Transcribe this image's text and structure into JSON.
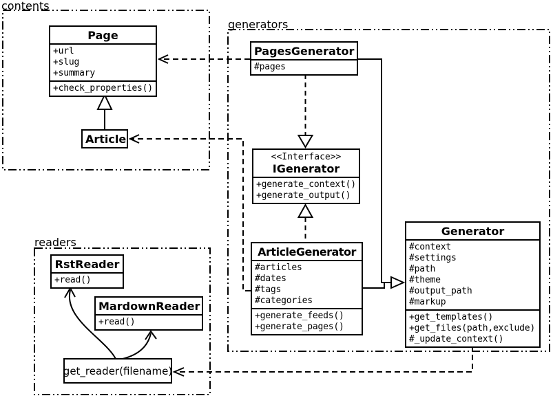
{
  "uml": {
    "packages": {
      "contents": "contents",
      "generators": "generators",
      "readers": "readers"
    },
    "classes": {
      "page": {
        "name": "Page",
        "attrs": [
          "+url",
          "+slug",
          "+summary"
        ],
        "methods": [
          "+check_properties()"
        ]
      },
      "article": {
        "name": "Article"
      },
      "pages_generator": {
        "name": "PagesGenerator",
        "attrs": [
          "#pages"
        ]
      },
      "igenerator": {
        "stereotype": "<<Interface>>",
        "name": "IGenerator",
        "methods": [
          "+generate_context()",
          "+generate_output()"
        ]
      },
      "article_generator": {
        "name": "ArticleGenerator",
        "attrs": [
          "#articles",
          "#dates",
          "#tags",
          "#categories"
        ],
        "methods": [
          "+generate_feeds()",
          "+generate_pages()"
        ]
      },
      "generator": {
        "name": "Generator",
        "attrs": [
          "#context",
          "#settings",
          "#path",
          "#theme",
          "#output_path",
          "#markup"
        ],
        "methods": [
          "+get_templates()",
          "+get_files(path,exclude)",
          "#_update_context()"
        ]
      },
      "rst_reader": {
        "name": "RstReader",
        "methods": [
          "+read()"
        ]
      },
      "mardown_reader": {
        "name": "MardownReader",
        "methods": [
          "+read()"
        ]
      },
      "get_reader": {
        "label": "get_reader(filename)"
      }
    },
    "colors": {
      "line": "#000000",
      "background": "#ffffff"
    }
  }
}
